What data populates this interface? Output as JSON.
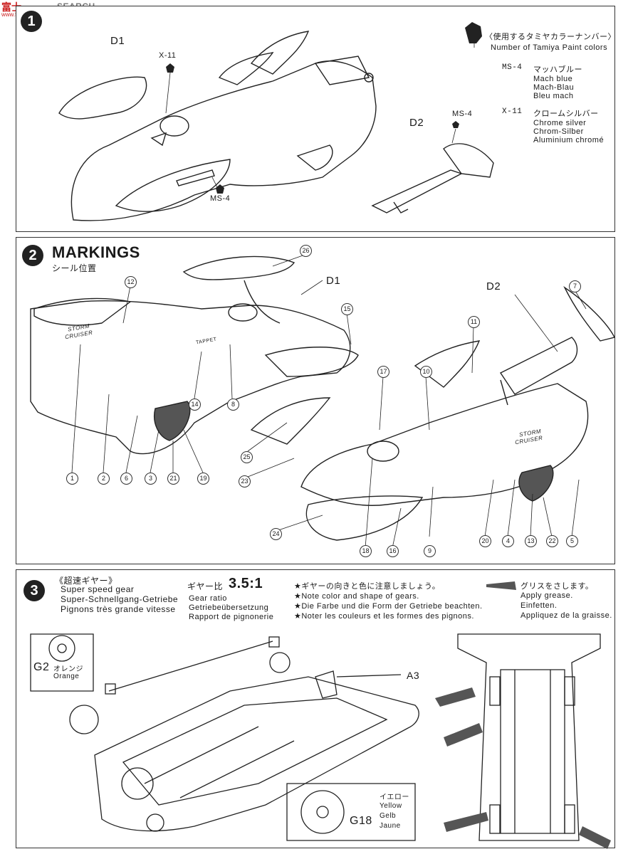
{
  "watermark": {
    "logo": "富士",
    "search": "SEARCH",
    "url": "www.fujimi.cn"
  },
  "step1": {
    "number": "1",
    "labels": {
      "d1": "D1",
      "d2": "D2",
      "x11": "X-11",
      "ms4_a": "MS-4",
      "ms4_b": "MS-4"
    },
    "paint_legend": {
      "title": "〈使用するタミヤカラーナンバー〉",
      "subtitle": "Number of Tamiya Paint colors",
      "items": [
        {
          "code": "MS-4",
          "jp": "マッハブルー",
          "lines": [
            "Mach blue",
            "Mach-Blau",
            "Bleu mach"
          ]
        },
        {
          "code": "X-11",
          "jp": "クロームシルバー",
          "lines": [
            "Chrome silver",
            "Chrom-Silber",
            "Aluminium chromé"
          ]
        }
      ]
    }
  },
  "step2": {
    "number": "2",
    "title": "MARKINGS",
    "subtitle": "シール位置",
    "labels": {
      "d1": "D1",
      "d2": "D2"
    },
    "decals": {
      "a": [
        "12",
        "26",
        "15",
        "14",
        "8",
        "1",
        "2",
        "6",
        "3",
        "21",
        "19"
      ],
      "b": [
        "7",
        "11",
        "10",
        "17",
        "25",
        "23",
        "24",
        "18",
        "16",
        "9",
        "20",
        "4",
        "13",
        "22",
        "5"
      ]
    },
    "printed": {
      "storm1": "STORM",
      "cruiser1": "CRUISER",
      "storm2": "STORM",
      "cruiser2": "CRUISER",
      "tappet": "TAPPET"
    }
  },
  "step3": {
    "number": "3",
    "gear_jp": "《超速ギヤー》",
    "gear_lines": [
      "Super speed gear",
      "Super-Schnellgang-Getriebe",
      "Pignons très grande vitesse"
    ],
    "ratio_jp": "ギヤー比",
    "ratio_value": "3.5:1",
    "ratio_lines": [
      "Gear ratio",
      "Getriebeübersetzung",
      "Rapport de pignonerie"
    ],
    "note_jp": "★ギヤーの向きと色に注意しましょう。",
    "note_lines": [
      "★Note color and shape of gears.",
      "★Die Farbe und die Form der Getriebe beachten.",
      "★Noter les couleurs et les formes des pignons."
    ],
    "grease_jp": "グリスをさします。",
    "grease_lines": [
      "Apply grease.",
      "Einfetten.",
      "Appliquez de la graisse."
    ],
    "g2": {
      "code": "G2",
      "jp": "オレンジ",
      "en": "Orange"
    },
    "g18": {
      "code": "G18",
      "jp": "イエロー",
      "lines": [
        "Yellow",
        "Gelb",
        "Jaune"
      ]
    },
    "a3": "A3"
  }
}
